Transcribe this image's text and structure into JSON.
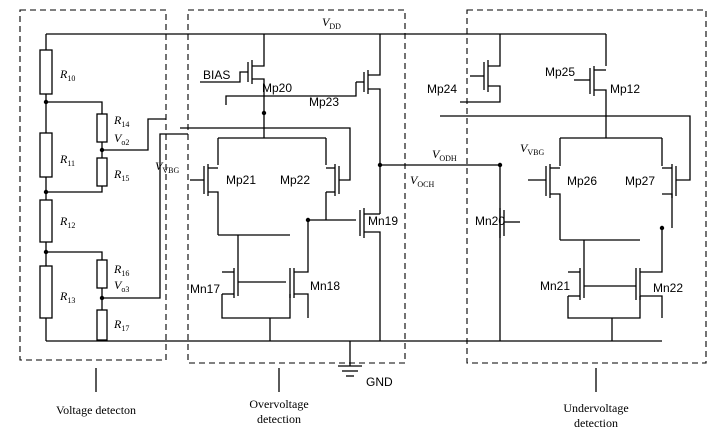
{
  "diagram": {
    "supply": {
      "v": "V",
      "sub": "DD"
    },
    "ground": "GND",
    "bias": "BIAS",
    "resistors": [
      "R10",
      "R11",
      "R12",
      "R13",
      "R14",
      "R15",
      "R16",
      "R17"
    ],
    "resistor_labels": [
      {
        "v": "R",
        "sub": "10"
      },
      {
        "v": "R",
        "sub": "11"
      },
      {
        "v": "R",
        "sub": "12"
      },
      {
        "v": "R",
        "sub": "13"
      },
      {
        "v": "R",
        "sub": "14"
      },
      {
        "v": "R",
        "sub": "15"
      },
      {
        "v": "R",
        "sub": "16"
      },
      {
        "v": "R",
        "sub": "17"
      }
    ],
    "nodes": {
      "vo2": {
        "v": "V",
        "sub": "o2"
      },
      "vo3": {
        "v": "V",
        "sub": "o3"
      },
      "vvbg_left": {
        "v": "V",
        "sub": "VBG"
      },
      "vvbg_right": {
        "v": "V",
        "sub": "VBG"
      },
      "voch": {
        "v": "V",
        "sub": "OCH"
      },
      "vodh": {
        "v": "V",
        "sub": "ODH"
      }
    },
    "transistors": {
      "mp20": "Mp20",
      "mp23": "Mp23",
      "mp21": "Mp21",
      "mp22": "Mp22",
      "mn17": "Mn17",
      "mn18": "Mn18",
      "mn19": "Mn19",
      "mp24": "Mp24",
      "mp25": "Mp25",
      "mp12": "Mp12",
      "mp26": "Mp26",
      "mp27": "Mp27",
      "mn20": "Mn20",
      "mn21": "Mn21",
      "mn22": "Mn22"
    },
    "blocks": {
      "voltage": "Voltage detecton",
      "over_1": "Overvoltage",
      "over_2": "detection",
      "under_1": "Undervoltage",
      "under_2": "detection"
    }
  }
}
